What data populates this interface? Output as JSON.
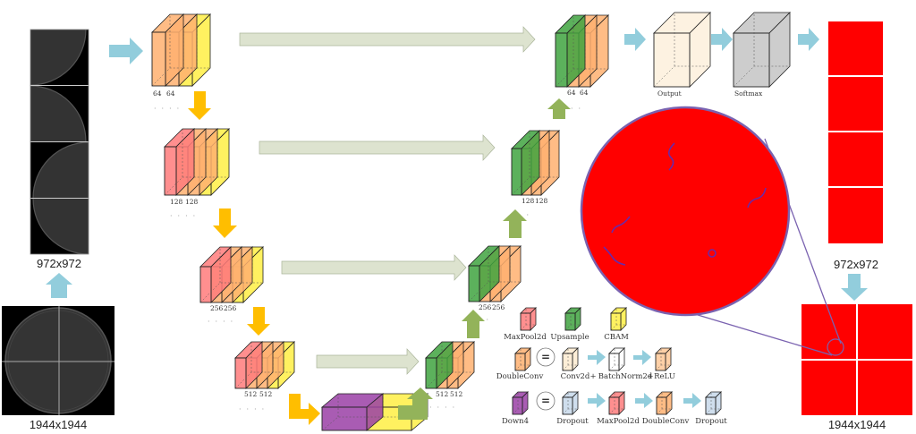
{
  "title": "U-Net with CBAM segmentation pipeline",
  "colors": {
    "maxpool": "#ff7b7b",
    "doubleconv": "#ffb070",
    "cbam": "#ffee44",
    "upsample": "#3fa33f",
    "down4": "#9a3fa6",
    "conv2d": "#fdebd0",
    "batchnorm": "#ffffff",
    "relu": "#ffc898",
    "dropout": "#c7d8ea",
    "output": "#fdf0dc",
    "softmax": "#c4c4c4",
    "skip_arrow": "#dde3cf",
    "down_arrow": "#ffbe00",
    "up_arrow": "#93b35a",
    "flow_arrow": "#92cddc",
    "mask_red": "#ff0000",
    "zoom_ring": "#7a62b0"
  },
  "input": {
    "full_label": "1944x1944",
    "tiles_label": "972x972"
  },
  "output": {
    "tiles_label": "972x972",
    "full_label": "1944x1944"
  },
  "encoder": [
    {
      "level": 1,
      "labels": [
        "64",
        "64"
      ]
    },
    {
      "level": 2,
      "labels": [
        "128",
        "128"
      ]
    },
    {
      "level": 3,
      "labels": [
        "256",
        "256"
      ]
    },
    {
      "level": 4,
      "labels": [
        "512",
        "512"
      ]
    }
  ],
  "decoder": [
    {
      "level": 4,
      "labels": [
        "512",
        "512"
      ]
    },
    {
      "level": 3,
      "labels": [
        "256",
        "256"
      ]
    },
    {
      "level": 2,
      "labels": [
        "128",
        "128"
      ]
    },
    {
      "level": 1,
      "labels": [
        "64",
        "64"
      ]
    }
  ],
  "head": {
    "output_label": "Output",
    "softmax_label": "Softmax"
  },
  "legend": {
    "row1": [
      "MaxPool2d",
      "Upsample",
      "CBAM"
    ],
    "row2": {
      "lhs": "DoubleConv",
      "equals": "=",
      "rhs": [
        "Conv2d",
        "+",
        "BatchNorm2d",
        "+",
        "ReLU"
      ]
    },
    "row3": {
      "lhs": "Down4",
      "equals": "=",
      "rhs": [
        "Dropout",
        "MaxPool2d",
        "DoubleConv",
        "Dropout"
      ]
    }
  }
}
